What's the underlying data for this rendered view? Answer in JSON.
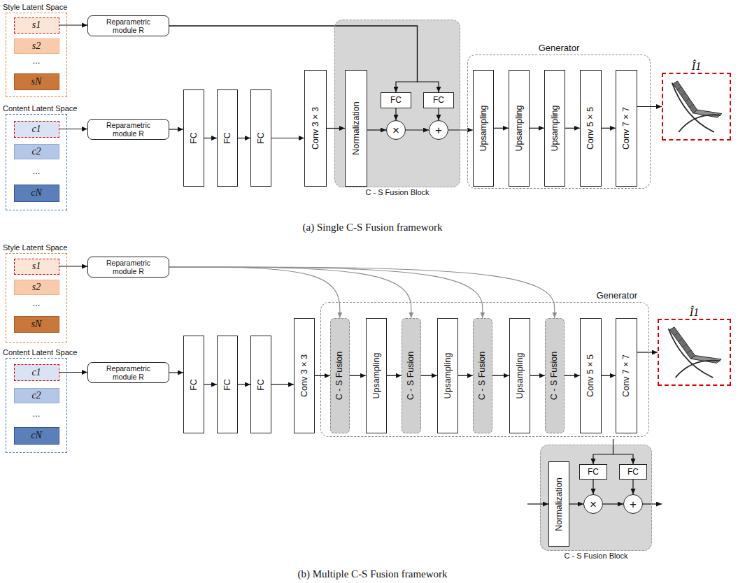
{
  "diagram": {
    "nodes": [
      {
        "text": [
          "Style Latent Space"
        ]
      },
      {
        "text": [
          "s1"
        ],
        "in": 0
      },
      {
        "text": [
          "s2"
        ],
        "in": 0
      },
      {
        "text": [
          "sN"
        ],
        "in": 0
      },
      {
        "text": [
          "Content Latent Space"
        ]
      },
      {
        "text": [
          "c1"
        ],
        "in": 4
      },
      {
        "text": [
          "c2"
        ],
        "in": 4
      },
      {
        "text": [
          "cN"
        ],
        "in": 4
      },
      {
        "text": [
          "Reparametric module R"
        ]
      },
      {
        "text": [
          "Reparametric module R"
        ]
      },
      {
        "text": [
          "FC"
        ]
      },
      {
        "text": [
          "FC"
        ]
      },
      {
        "text": [
          "FC"
        ]
      },
      {
        "text": [
          "Conv 3 × 3"
        ]
      },
      {
        "text": [
          "C - S Fusion Block"
        ]
      },
      {
        "text": [
          "Normalization"
        ],
        "in": 14
      },
      {
        "text": [
          "FC"
        ],
        "in": 14
      },
      {
        "text": [
          "FC"
        ],
        "in": 14
      },
      {
        "text": [
          "×"
        ],
        "in": 14
      },
      {
        "text": [
          "+"
        ],
        "in": 14
      },
      {
        "text": [
          "Generator"
        ]
      },
      {
        "text": [
          "Upsampling"
        ],
        "in": 20
      },
      {
        "text": [
          "Upsampling"
        ],
        "in": 20
      },
      {
        "text": [
          "Upsampling"
        ],
        "in": 20
      },
      {
        "text": [
          "Conv 5 × 5"
        ],
        "in": 20
      },
      {
        "text": [
          "Conv 7 × 7"
        ],
        "in": 20
      },
      {
        "text": [
          "Î1"
        ]
      },
      {
        "text": [
          "Style Latent Space"
        ]
      },
      {
        "text": [
          "s1"
        ],
        "in": 27
      },
      {
        "text": [
          "s2"
        ],
        "in": 27
      },
      {
        "text": [
          "sN"
        ],
        "in": 27
      },
      {
        "text": [
          "Content Latent Space"
        ]
      },
      {
        "text": [
          "c1"
        ],
        "in": 31
      },
      {
        "text": [
          "c2"
        ],
        "in": 31
      },
      {
        "text": [
          "cN"
        ],
        "in": 31
      },
      {
        "text": [
          "Reparametric module R"
        ]
      },
      {
        "text": [
          "Reparametric module R"
        ]
      },
      {
        "text": [
          "FC"
        ]
      },
      {
        "text": [
          "FC"
        ]
      },
      {
        "text": [
          "FC"
        ]
      },
      {
        "text": [
          "Conv 3 × 3"
        ]
      },
      {
        "text": [
          "Generator"
        ]
      },
      {
        "text": [
          "C - S Fusion"
        ],
        "in": 41
      },
      {
        "text": [
          "Upsampling"
        ],
        "in": 41
      },
      {
        "text": [
          "C - S Fusion"
        ],
        "in": 41
      },
      {
        "text": [
          "Upsampling"
        ],
        "in": 41
      },
      {
        "text": [
          "C - S Fusion"
        ],
        "in": 41
      },
      {
        "text": [
          "Upsampling"
        ],
        "in": 41
      },
      {
        "text": [
          "C - S Fusion"
        ],
        "in": 41
      },
      {
        "text": [
          "Conv 5 × 5"
        ],
        "in": 41
      },
      {
        "text": [
          "Conv 7 × 7"
        ],
        "in": 41
      },
      {
        "text": [
          "Î1"
        ]
      },
      {
        "text": [
          "C - S Fusion Block"
        ]
      },
      {
        "text": [
          "Normalization"
        ],
        "in": 52
      },
      {
        "text": [
          "FC"
        ],
        "in": 52
      },
      {
        "text": [
          "FC"
        ],
        "in": 52
      },
      {
        "text": [
          "×"
        ],
        "in": 52
      },
      {
        "text": [
          "+"
        ],
        "in": 52
      }
    ],
    "edges": [
      {
        "from": 1,
        "to": 8,
        "arrow": "to"
      },
      {
        "from": 8,
        "to": 16,
        "arrow": "to"
      },
      {
        "from": 8,
        "to": 17,
        "arrow": "to"
      },
      {
        "from": 5,
        "to": 9,
        "arrow": "to"
      },
      {
        "from": 9,
        "to": 10,
        "arrow": "to"
      },
      {
        "from": 10,
        "to": 11,
        "arrow": "to"
      },
      {
        "from": 11,
        "to": 12,
        "arrow": "to"
      },
      {
        "from": 12,
        "to": 13,
        "arrow": "to"
      },
      {
        "from": 13,
        "to": 15,
        "arrow": "to"
      },
      {
        "from": 15,
        "to": 18,
        "arrow": "to"
      },
      {
        "from": 16,
        "to": 18,
        "arrow": "to"
      },
      {
        "from": 18,
        "to": 19,
        "arrow": "to"
      },
      {
        "from": 17,
        "to": 19,
        "arrow": "to"
      },
      {
        "from": 19,
        "to": 21,
        "arrow": "to"
      },
      {
        "from": 21,
        "to": 22,
        "arrow": "to"
      },
      {
        "from": 22,
        "to": 23,
        "arrow": "to"
      },
      {
        "from": 23,
        "to": 24,
        "arrow": "to"
      },
      {
        "from": 24,
        "to": 25,
        "arrow": "to"
      },
      {
        "from": 25,
        "to": 26,
        "arrow": "to"
      },
      {
        "from": 28,
        "to": 35,
        "arrow": "to"
      },
      {
        "from": 35,
        "to": 42,
        "arrow": "to"
      },
      {
        "from": 35,
        "to": 44,
        "arrow": "to"
      },
      {
        "from": 35,
        "to": 46,
        "arrow": "to"
      },
      {
        "from": 35,
        "to": 48,
        "arrow": "to"
      },
      {
        "from": 32,
        "to": 36,
        "arrow": "to"
      },
      {
        "from": 36,
        "to": 37,
        "arrow": "to"
      },
      {
        "from": 37,
        "to": 38,
        "arrow": "to"
      },
      {
        "from": 38,
        "to": 39,
        "arrow": "to"
      },
      {
        "from": 39,
        "to": 40,
        "arrow": "to"
      },
      {
        "from": 40,
        "to": 42,
        "arrow": "to"
      },
      {
        "from": 42,
        "to": 43,
        "arrow": "to"
      },
      {
        "from": 43,
        "to": 44,
        "arrow": "to"
      },
      {
        "from": 44,
        "to": 45,
        "arrow": "to"
      },
      {
        "from": 45,
        "to": 46,
        "arrow": "to"
      },
      {
        "from": 46,
        "to": 47,
        "arrow": "to"
      },
      {
        "from": 47,
        "to": 48,
        "arrow": "to"
      },
      {
        "from": 48,
        "to": 49,
        "arrow": "to"
      },
      {
        "from": 49,
        "to": 50,
        "arrow": "to"
      },
      {
        "from": 50,
        "to": 51,
        "arrow": "to"
      },
      {
        "from": 53,
        "to": 56,
        "arrow": "to"
      },
      {
        "from": 54,
        "to": 56,
        "arrow": "to"
      },
      {
        "from": 56,
        "to": 57,
        "arrow": "to"
      },
      {
        "from": 55,
        "to": 57,
        "arrow": "to"
      }
    ],
    "labels": [
      "...",
      "...",
      "(a) Single C-S Fusion framework",
      "...",
      "...",
      "(b) Multiple C-S Fusion framework"
    ]
  }
}
